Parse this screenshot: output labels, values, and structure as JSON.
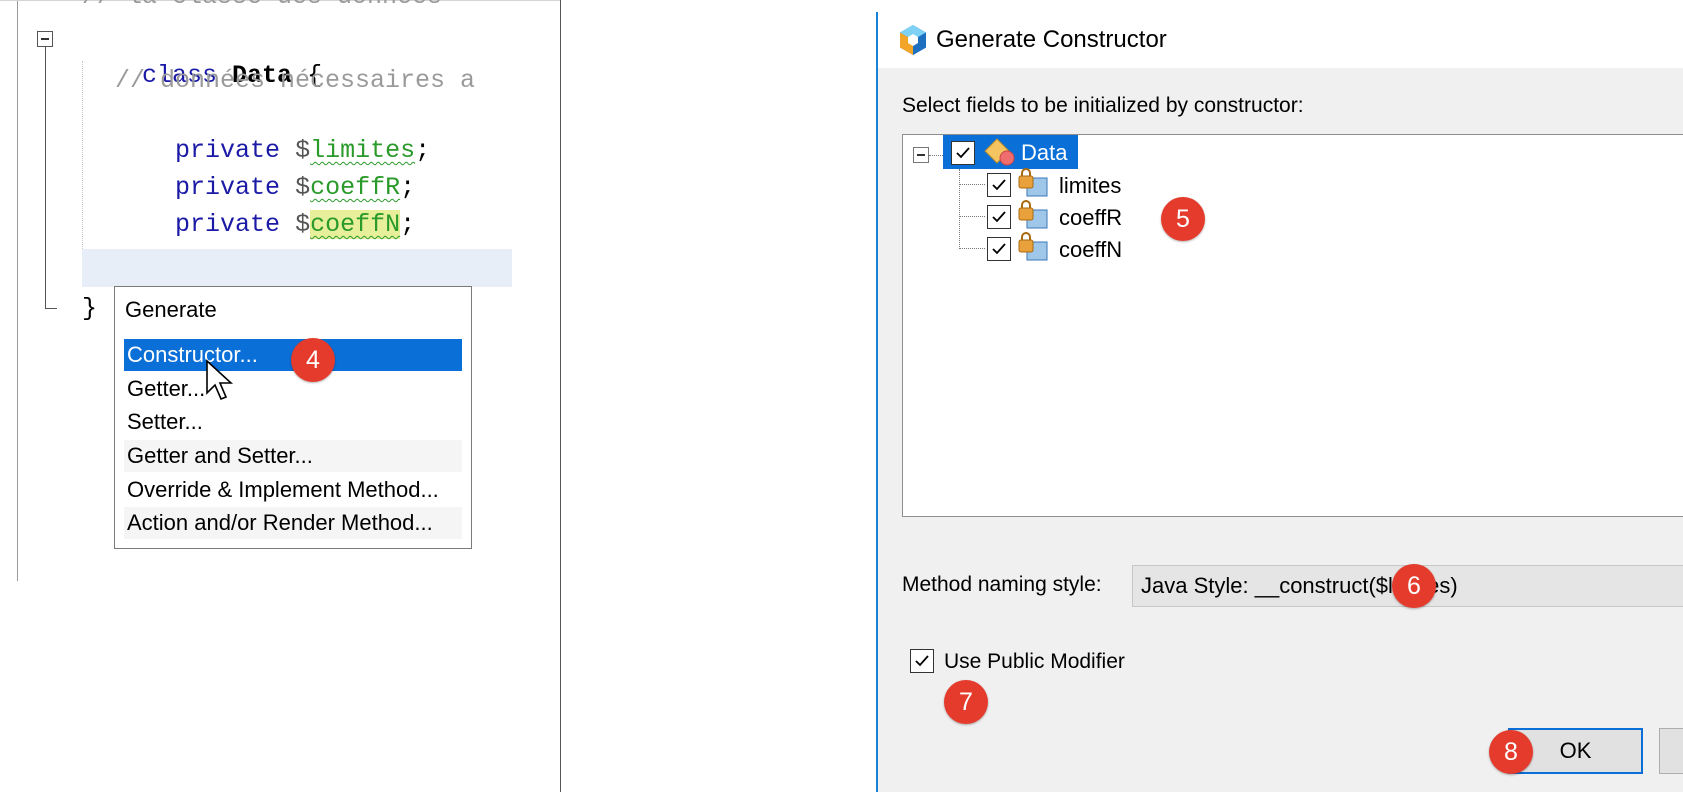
{
  "editor": {
    "comment_top": "// la classe des données",
    "class_keyword": "class",
    "class_name": "Data",
    "open_brace": "{",
    "close_brace": "}",
    "comment_line": "// données nécessaires a",
    "fields": [
      {
        "modifier": "private",
        "dollar": "$",
        "name": "limites",
        "semi": ";"
      },
      {
        "modifier": "private",
        "dollar": "$",
        "name": "coeffR",
        "semi": ";"
      },
      {
        "modifier": "private",
        "dollar": "$",
        "name": "coeffN",
        "semi": ";"
      }
    ]
  },
  "context_menu": {
    "title": "Generate",
    "items": [
      "Constructor...",
      "Getter...",
      "Setter...",
      "Getter and Setter...",
      "Override & Implement Method...",
      "Action and/or Render Method..."
    ],
    "selected_index": 0
  },
  "badges": [
    "4",
    "5",
    "6",
    "7",
    "8"
  ],
  "dialog": {
    "title": "Generate Constructor",
    "prompt": "Select fields to be initialized by constructor:",
    "tree": {
      "root": "Data",
      "children": [
        "limites",
        "coeffR",
        "coeffN"
      ]
    },
    "naming_label": "Method naming style:",
    "naming_value": "Java Style: __construct($limites)",
    "public_modifier_label": "Use Public Modifier",
    "ok_label": "OK"
  },
  "colors": {
    "selection": "#0a6fd6",
    "badge": "#e53b2c",
    "keyword": "#1a1aa6",
    "variable": "#2a9a2a"
  }
}
